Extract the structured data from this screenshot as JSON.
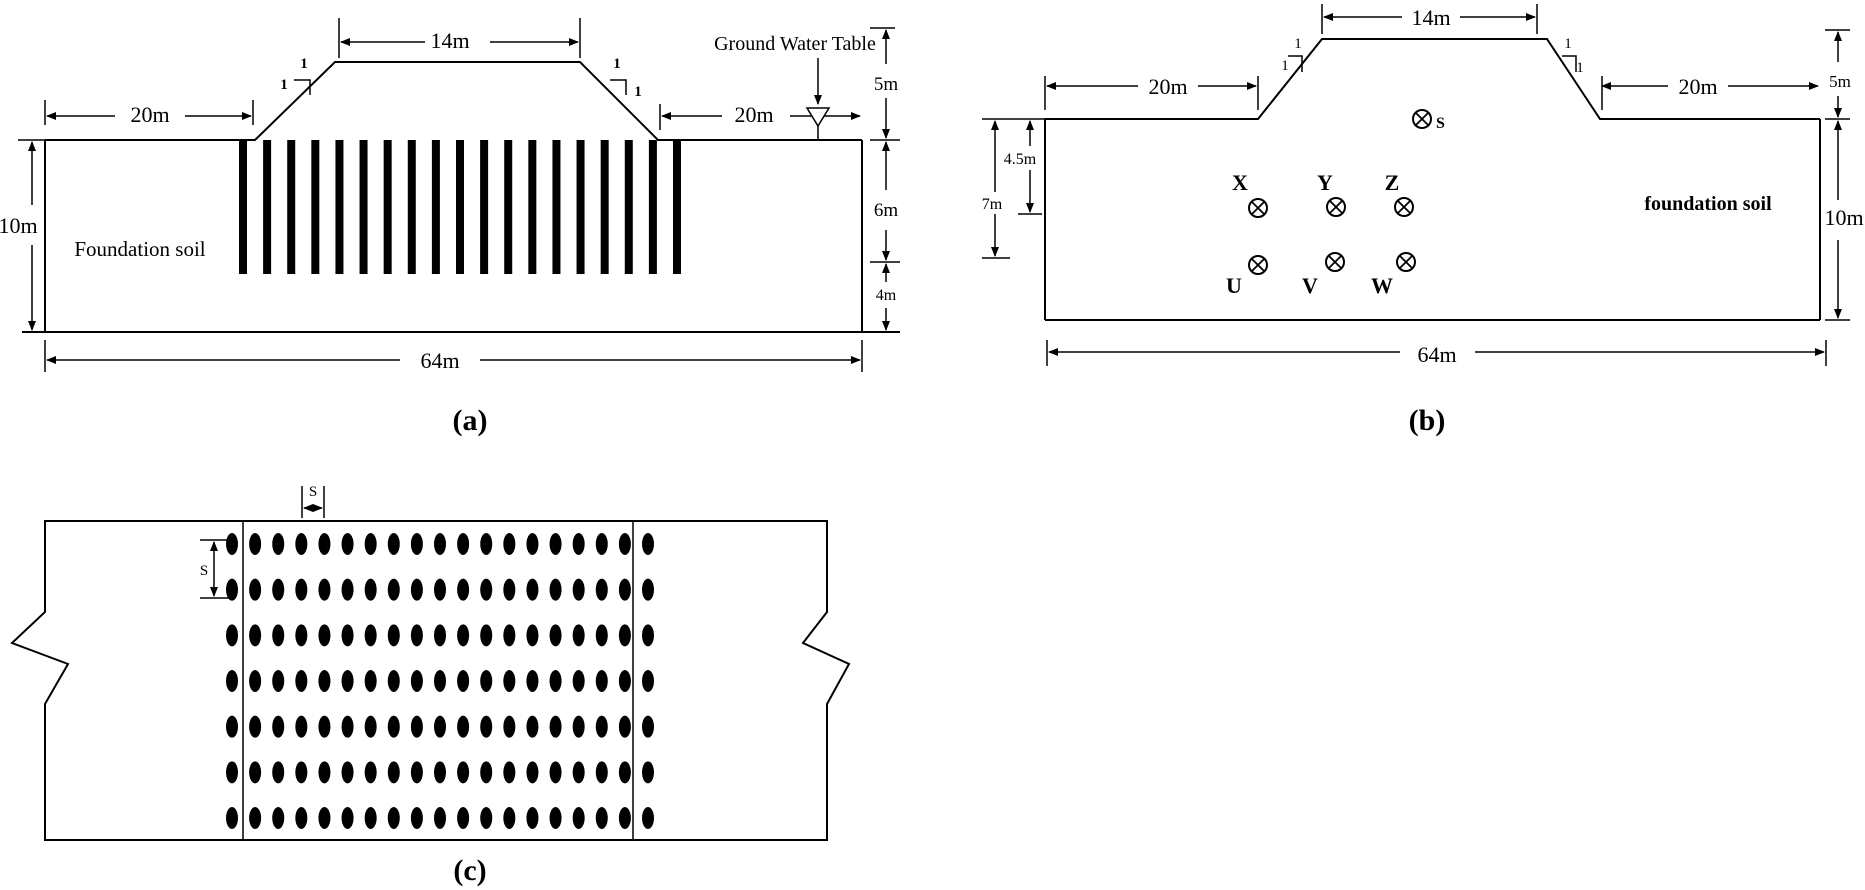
{
  "panel_a": {
    "caption": "(a)",
    "dim_left_berm": "20m",
    "dim_crest": "14m",
    "dim_right_berm": "20m",
    "dim_height_left": "10m",
    "dim_embankment_height": "5m",
    "dim_column_length": "6m",
    "dim_below_columns": "4m",
    "dim_total_width": "64m",
    "slope_1": "1",
    "ground_water_label": "Ground Water Table",
    "foundation_label": "Foundation soil",
    "column_count": 19
  },
  "panel_b": {
    "caption": "(b)",
    "dim_left_berm": "20m",
    "dim_crest": "14m",
    "dim_right_berm": "20m",
    "dim_embankment_height": "5m",
    "dim_depth_x": "4.5m",
    "dim_depth_u": "7m",
    "dim_height_right": "10m",
    "dim_total_width": "64m",
    "slope_1": "1",
    "foundation_label": "foundation soil",
    "points": [
      {
        "label": "S"
      },
      {
        "label": "X"
      },
      {
        "label": "Y"
      },
      {
        "label": "Z"
      },
      {
        "label": "U"
      },
      {
        "label": "V"
      },
      {
        "label": "W"
      }
    ]
  },
  "panel_c": {
    "caption": "(c)",
    "spacing_label_h": "S",
    "spacing_label_v": "S",
    "rows": 7,
    "cols": 19
  }
}
